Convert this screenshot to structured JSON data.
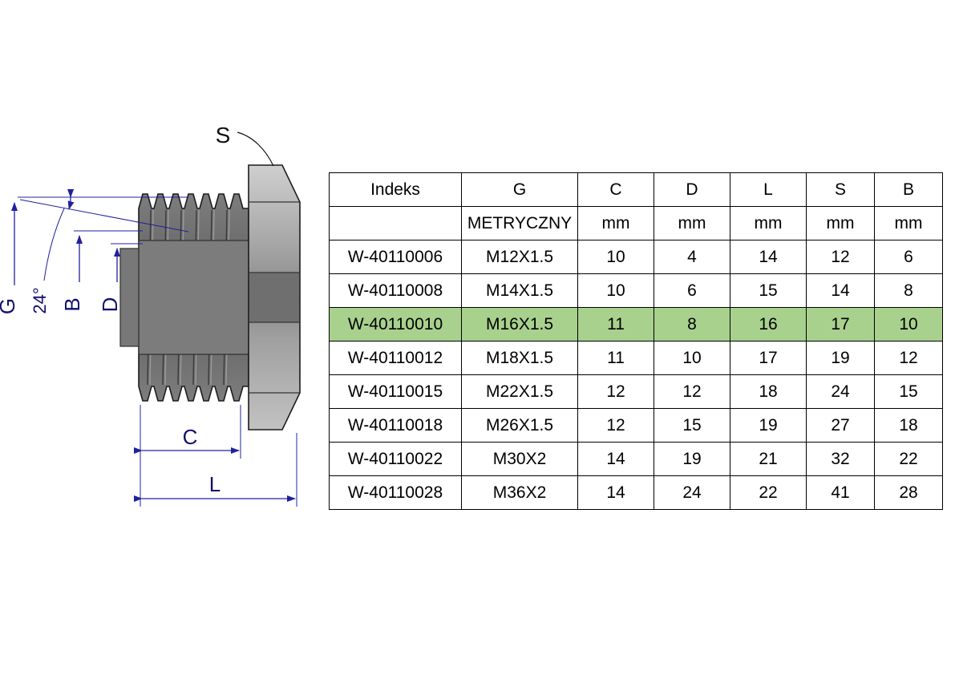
{
  "drawing": {
    "labels": {
      "s": "S",
      "g": "G",
      "angle": "24°",
      "b": "B",
      "d": "D",
      "c": "C",
      "l": "L"
    }
  },
  "table": {
    "highlight_color": "#a9d18e",
    "highlight_row_index": 2,
    "headers": [
      "Indeks",
      "G",
      "C",
      "D",
      "L",
      "S",
      "B"
    ],
    "subheaders": [
      "",
      "METRYCZNY",
      "mm",
      "mm",
      "mm",
      "mm",
      "mm"
    ],
    "rows": [
      [
        "W-40110006",
        "M12X1.5",
        "10",
        "4",
        "14",
        "12",
        "6"
      ],
      [
        "W-40110008",
        "M14X1.5",
        "10",
        "6",
        "15",
        "14",
        "8"
      ],
      [
        "W-40110010",
        "M16X1.5",
        "11",
        "8",
        "16",
        "17",
        "10"
      ],
      [
        "W-40110012",
        "M18X1.5",
        "11",
        "10",
        "17",
        "19",
        "12"
      ],
      [
        "W-40110015",
        "M22X1.5",
        "12",
        "12",
        "18",
        "24",
        "15"
      ],
      [
        "W-40110018",
        "M26X1.5",
        "12",
        "15",
        "19",
        "27",
        "18"
      ],
      [
        "W-40110022",
        "M30X2",
        "14",
        "19",
        "21",
        "32",
        "22"
      ],
      [
        "W-40110028",
        "M36X2",
        "14",
        "24",
        "22",
        "41",
        "28"
      ]
    ]
  }
}
